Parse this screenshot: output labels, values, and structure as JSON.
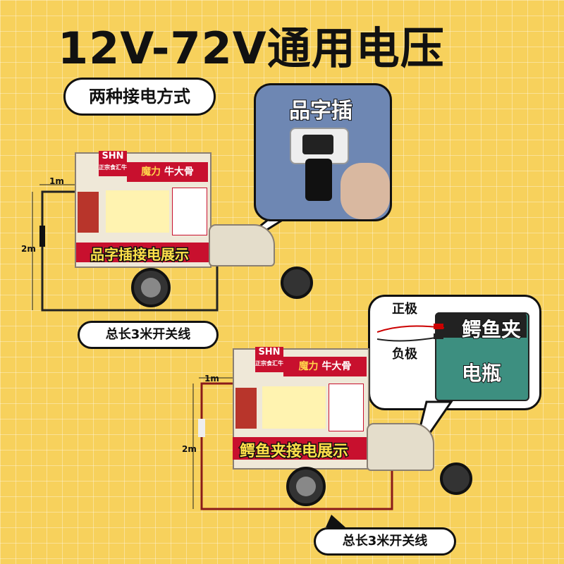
{
  "header": {
    "title": "12V-72V通用电压",
    "subtitle": "两种接电方式"
  },
  "callouts": {
    "plug_label": "品字插",
    "positive_label": "正极",
    "negative_label": "负极",
    "clip_label": "鳄鱼夹",
    "battery_label": "电瓶"
  },
  "cart1": {
    "brand": "SHN",
    "brand_sub": "正宗食汇牛",
    "sign_text_a": "魔力",
    "sign_text_b": "牛大骨",
    "banner": "品字插接电展示",
    "dim_top": "1m",
    "dim_side": "2m",
    "cable_caption": "总长3米开关线"
  },
  "cart2": {
    "brand": "SHN",
    "brand_sub": "正宗食汇牛",
    "sign_text_a": "魔力",
    "sign_text_b": "牛大骨",
    "banner": "鳄鱼夹接电展示",
    "dim_top": "1m",
    "dim_side": "2m",
    "cable_caption": "总长3米开关线"
  }
}
